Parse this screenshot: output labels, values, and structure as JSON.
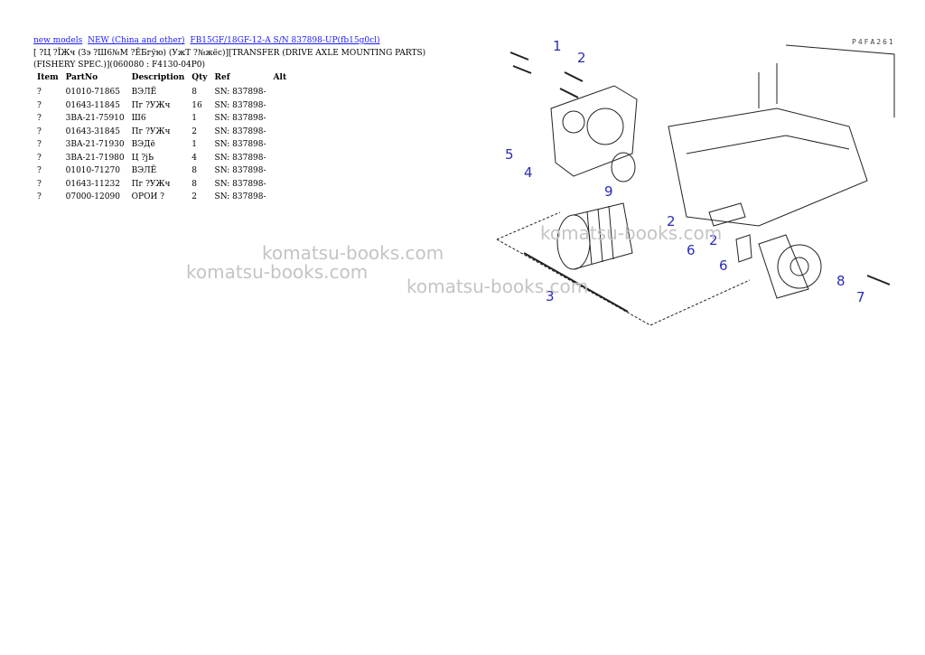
{
  "breadcrumb": {
    "link1": "new models",
    "link2": "NEW (China and other)",
    "link3": "FB15GF/18GF-12-A S/N 837898-UP(fb15g0cl)"
  },
  "title": {
    "line1": "[ ?Ц ?ЇЖч (Зэ ?Ш6№М ?ЁБгўю) (УжТ ?№жёс)][TRANSFER (DRIVE AXLE MOUNTING PARTS)",
    "line2": "(FISHERY SPEC.)](060080 : F4130-04P0)"
  },
  "table": {
    "headers": [
      "Item",
      "PartNo",
      "Description",
      "Qty",
      "Ref",
      "Alt"
    ],
    "rows": [
      {
        "item": "?",
        "partno": "01010-71865",
        "desc": "ВЭЛЁ",
        "qty": "8",
        "ref": "SN: 837898-",
        "alt": ""
      },
      {
        "item": "?",
        "partno": "01643-11845",
        "desc": "Пг ?УЖч",
        "qty": "16",
        "ref": "SN: 837898-",
        "alt": ""
      },
      {
        "item": "?",
        "partno": "3BA-21-75910",
        "desc": "Ш6",
        "qty": "1",
        "ref": "SN: 837898-",
        "alt": ""
      },
      {
        "item": "?",
        "partno": "01643-31845",
        "desc": "Пг ?УЖч",
        "qty": "2",
        "ref": "SN: 837898-",
        "alt": ""
      },
      {
        "item": "?",
        "partno": "3BA-21-71930",
        "desc": "ВЭДё",
        "qty": "1",
        "ref": "SN: 837898-",
        "alt": ""
      },
      {
        "item": "?",
        "partno": "3BA-21-71980",
        "desc": "Ц ?jЬ",
        "qty": "4",
        "ref": "SN: 837898-",
        "alt": ""
      },
      {
        "item": "?",
        "partno": "01010-71270",
        "desc": "ВЭЛЁ",
        "qty": "8",
        "ref": "SN: 837898-",
        "alt": ""
      },
      {
        "item": "?",
        "partno": "01643-11232",
        "desc": "Пг ?УЖч",
        "qty": "8",
        "ref": "SN: 837898-",
        "alt": ""
      },
      {
        "item": "?",
        "partno": "07000-12090",
        "desc": "ОРОИ ?",
        "qty": "2",
        "ref": "SN: 837898-",
        "alt": ""
      }
    ]
  },
  "watermark": "komatsu-books.com",
  "drawing_code": "P4FA261",
  "diagram": {
    "callouts": [
      "1",
      "2",
      "5",
      "4",
      "9",
      "2",
      "6",
      "2",
      "6",
      "3",
      "8",
      "7"
    ],
    "callout_color": "#2b2bb8"
  }
}
